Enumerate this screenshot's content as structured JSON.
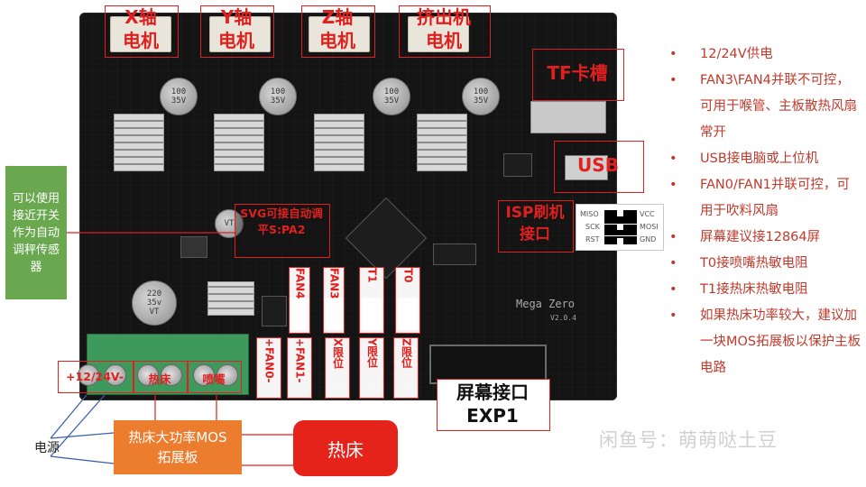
{
  "motor_labels": [
    {
      "line1": "X轴",
      "line2": "电机"
    },
    {
      "line1": "Y轴",
      "line2": "电机"
    },
    {
      "line1": "Z轴",
      "line2": "电机"
    },
    {
      "line1": "挤出机",
      "line2": "电机"
    }
  ],
  "tf_slot_label": "TF卡槽",
  "usb_label": "USB",
  "isp_label": "ISP刷机接口",
  "isp_pins": [
    "MISO",
    "SCK",
    "RST",
    "VCC",
    "MOSI",
    "GND"
  ],
  "servo_label": "SVG可接自动调平S:PA2",
  "sensor_note": "可以使用接近开关作为自动调秤传感器",
  "bottom_connectors": [
    {
      "text": "+12/24V-",
      "name": "terminal-power"
    },
    {
      "text": "热床",
      "name": "terminal-hotbed"
    },
    {
      "text": "喷嘴",
      "name": "terminal-nozzle"
    }
  ],
  "vertical_labels": [
    "+FAN0-",
    "+FAN1-",
    "X限位",
    "Y限位",
    "Z限位"
  ],
  "upper_vertical_labels": [
    "FAN4",
    "FAN3",
    "T1",
    "T0"
  ],
  "exp1_label": {
    "line1": "屏幕接口",
    "line2": "EXP1"
  },
  "board_text": {
    "brand": "Mega Zero",
    "version": "V2.0.4"
  },
  "power_label": "电源",
  "mos_board_label": "热床大功率MOS拓展板",
  "hotbed_label": "热床",
  "notes": [
    "12/24V供电",
    "FAN3\\FAN4并联不可控，可用于喉管、主板散热风扇常开",
    "USB接电脑或上位机",
    "FAN0/FAN1并联可控，可用于吹料风扇",
    "屏幕建议接12864屏",
    "T0接喷嘴热敏电阻",
    "T1接热床热敏电阻",
    "如果热床功率较大，建议加一块MOS拓展板以保护主板电路"
  ],
  "watermark": "闲鱼号：萌萌哒土豆",
  "colors": {
    "accent_red": "#e0201e",
    "green_note": "#6aa84f",
    "orange_box": "#ec7c2e",
    "hotbed_red": "#e5231b"
  }
}
